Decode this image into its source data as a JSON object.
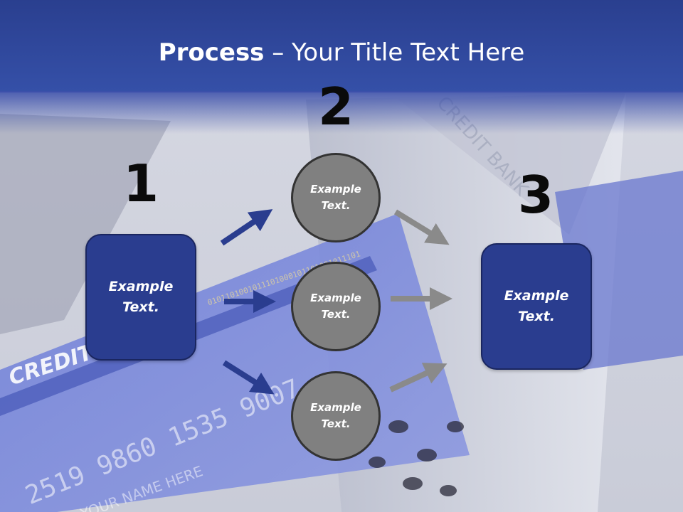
{
  "title": {
    "bold_part": "Process",
    "rest_part": " – Your Title Text Here"
  },
  "steps": {
    "one": "1",
    "two": "2",
    "three": "3"
  },
  "left_box": {
    "text": "Example Text."
  },
  "circles": [
    {
      "text": "Example Text."
    },
    {
      "text": "Example Text."
    },
    {
      "text": "Example Text."
    }
  ],
  "right_box": {
    "text": "Example Text."
  },
  "background_card": {
    "brand": "CREDIT",
    "number": "2519 9860 1535 9007",
    "holder": "YOUR NAME HERE",
    "binary": "0101101001011101000101101001011101",
    "slot_label": "CREDIT BANK"
  },
  "colors": {
    "title_bar": "#2f48a0",
    "box_fill": "#2a3d8f",
    "circle_fill": "#808080",
    "arrow_blue": "#2a3d8f",
    "arrow_gray": "#8a8a8a"
  }
}
